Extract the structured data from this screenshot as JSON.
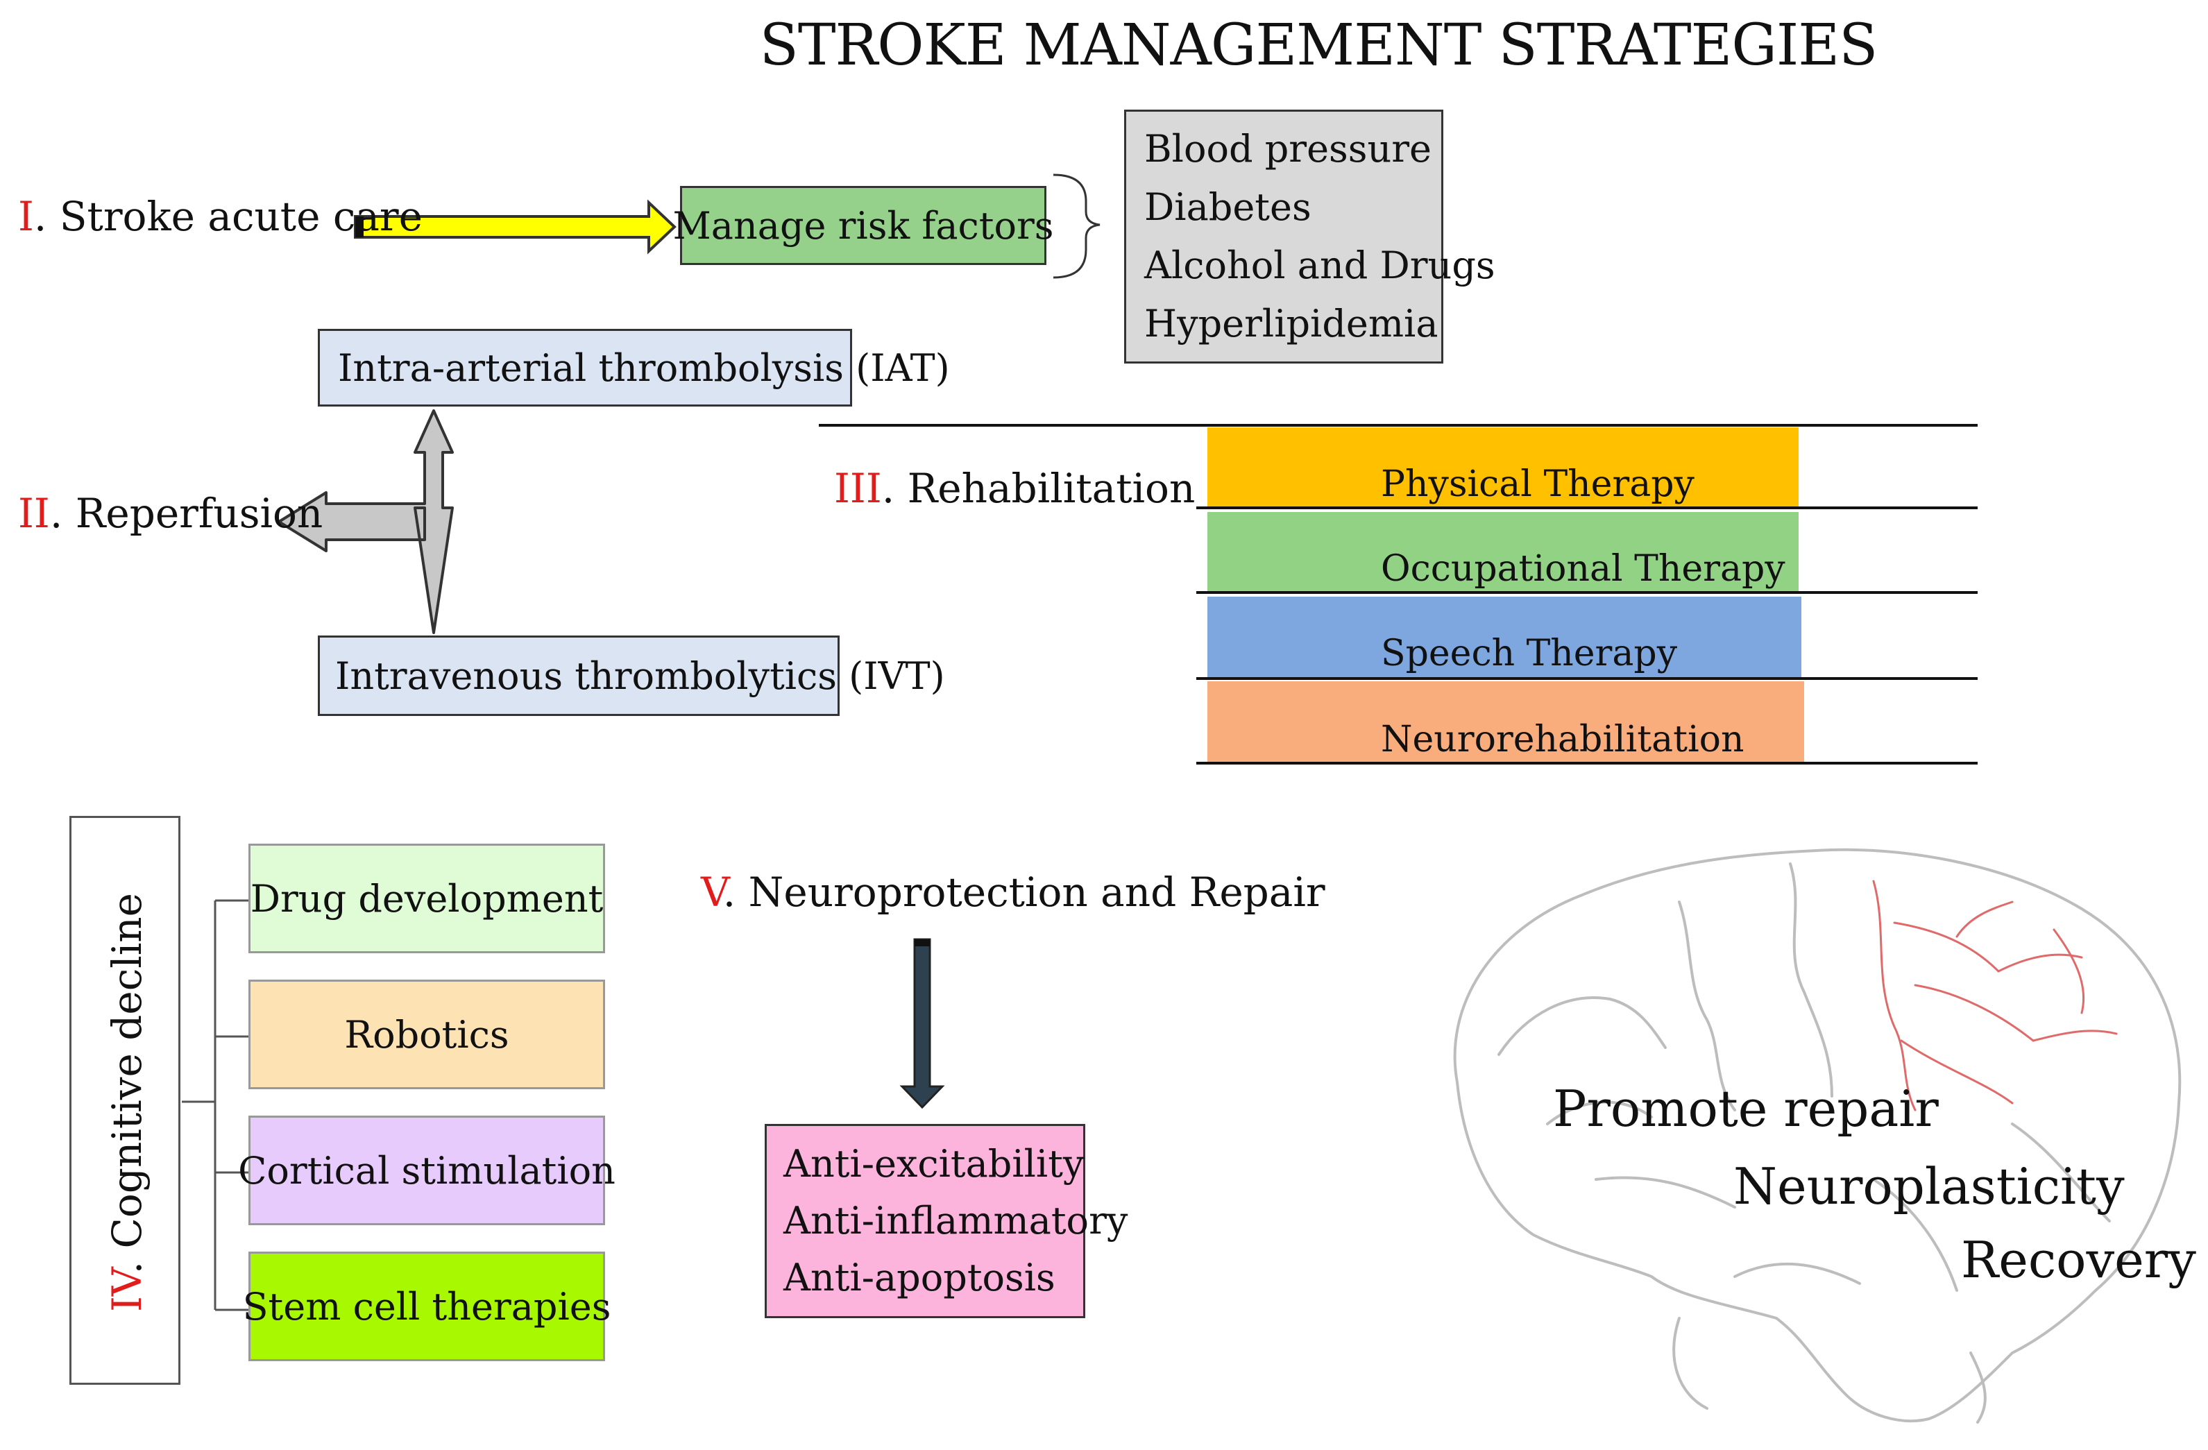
{
  "title": "STROKE MANAGEMENT STRATEGIES",
  "colors": {
    "numeral": "#e21b1b",
    "risk_box": "#95d18a",
    "risk_list_box": "#d9d9d9",
    "reperfusion_box": "#dae4f3",
    "physical": "#ffc000",
    "occupational": "#92d284",
    "speech": "#7ea7df",
    "neuro": "#f9ad7c",
    "drug": "#e0fcd7",
    "robotics": "#fde2b4",
    "cortical": "#e8cbfd",
    "stem": "#a7f800",
    "neuroprotect_box": "#fcb4dd",
    "arrow_yellow": "#ffff00",
    "arrow_dark": "#2e4150"
  },
  "section1": {
    "numeral": "I",
    "label": ". Stroke acute care",
    "risk_box": "Manage risk factors",
    "risk_items": [
      "Blood pressure",
      "Diabetes",
      "Alcohol and Drugs",
      "Hyperlipidemia"
    ]
  },
  "section2": {
    "numeral": "II",
    "label": ". Reperfusion",
    "iat": "Intra-arterial thrombolysis (IAT)",
    "ivt": "Intravenous thrombolytics (IVT)"
  },
  "section3": {
    "numeral": "III",
    "label": ". Rehabilitation",
    "therapies": [
      "Physical Therapy",
      "Occupational Therapy",
      "Speech Therapy",
      "Neurorehabilitation"
    ]
  },
  "section4": {
    "numeral": "IV",
    "label": ". Cognitive decline",
    "items": [
      "Drug development",
      "Robotics",
      "Cortical stimulation",
      "Stem cell therapies"
    ]
  },
  "section5": {
    "numeral": "V",
    "label": ". Neuroprotection and Repair",
    "items": [
      "Anti-excitability",
      "Anti-inflammatory",
      "Anti-apoptosis"
    ]
  },
  "brain": {
    "texts": [
      "Promote repair",
      "Neuroplasticity",
      "Recovery"
    ],
    "icon": "brain-outline"
  }
}
